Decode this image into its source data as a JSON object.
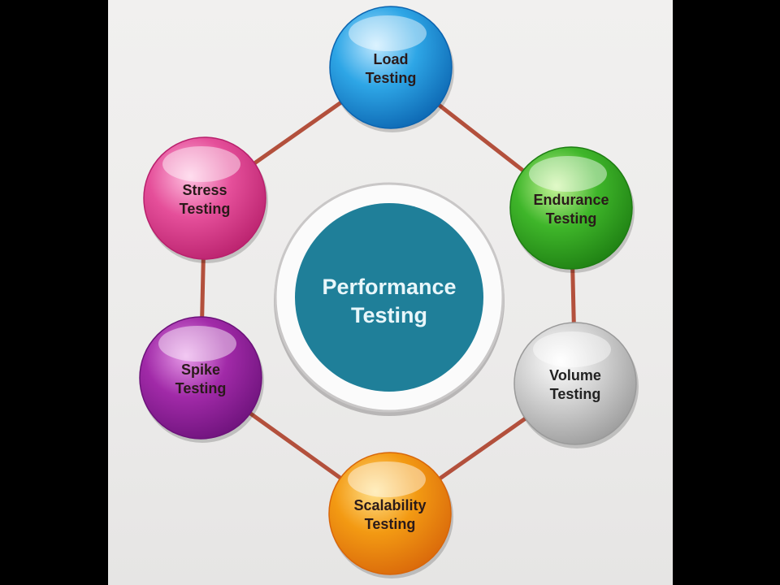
{
  "diagram": {
    "center": {
      "line1": "Performance",
      "line2": "Testing",
      "color": "#1f7f99",
      "text_color": "#e8f6fa"
    },
    "connector_color": "#b3503c",
    "nodes": [
      {
        "id": "load",
        "line1": "Load",
        "line2": "Testing",
        "color": "#2ea6e6",
        "light": "#bfe8ff",
        "dark": "#0b64b0"
      },
      {
        "id": "endurance",
        "line1": "Endurance",
        "line2": "Testing",
        "color": "#3fb62a",
        "light": "#c9f59a",
        "dark": "#1d7d12"
      },
      {
        "id": "volume",
        "line1": "Volume",
        "line2": "Testing",
        "color": "#d2d2d2",
        "light": "#ffffff",
        "dark": "#9a9a9a"
      },
      {
        "id": "scalability",
        "line1": "Scalability",
        "line2": "Testing",
        "color": "#f39a13",
        "light": "#ffe08a",
        "dark": "#d8660a"
      },
      {
        "id": "spike",
        "line1": "Spike",
        "line2": "Testing",
        "color": "#a12aa8",
        "light": "#e79be8",
        "dark": "#6c127a"
      },
      {
        "id": "stress",
        "line1": "Stress",
        "line2": "Testing",
        "color": "#e54f9a",
        "light": "#ffc2e1",
        "dark": "#b8206c"
      }
    ]
  }
}
